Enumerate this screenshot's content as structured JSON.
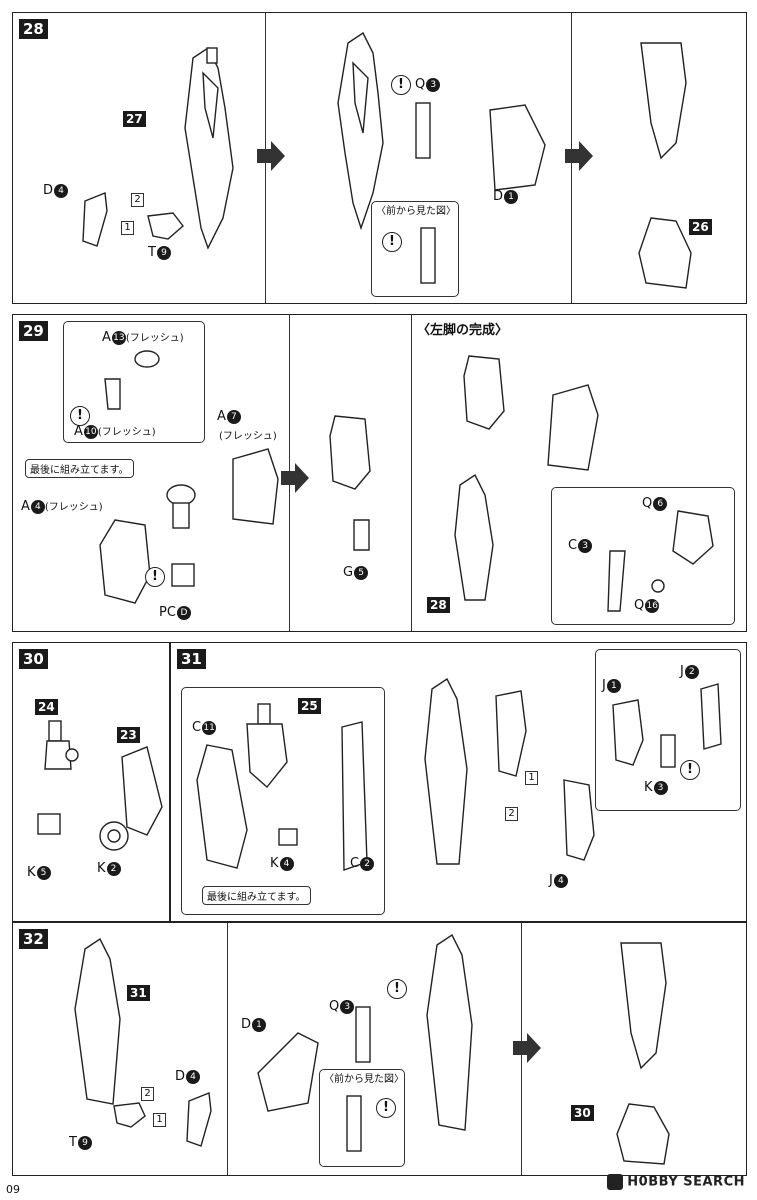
{
  "page_number": "09",
  "watermark": "H0BBY SEARCH",
  "steps": {
    "s28": {
      "num": "28",
      "ref_a": "27",
      "ref_b": "26",
      "labels": {
        "d4": "D",
        "t9": "T",
        "q3": "Q",
        "d1": "D"
      },
      "circ": {
        "d4": "4",
        "t9": "9",
        "q3": "3",
        "d1": "1"
      },
      "seq": [
        "2",
        "1"
      ],
      "front_view": "〈前から見た図〉"
    },
    "s29": {
      "num": "29",
      "ref_a": "28",
      "labels": {
        "a13": "A",
        "a10": "A",
        "a7": "A",
        "a4": "A",
        "pcd": "PC",
        "g5": "G",
        "q6": "Q",
        "c3": "C",
        "q16": "Q"
      },
      "circ": {
        "a13": "13",
        "a10": "10",
        "a7": "7",
        "a4": "4",
        "pcd": "D",
        "g5": "5",
        "q6": "6",
        "c3": "3",
        "q16": "16"
      },
      "flesh": "(フレッシュ)",
      "last_assemble": "最後に組み立てます。",
      "complete_title": "〈左脚の完成〉"
    },
    "s30": {
      "num": "30",
      "ref_a": "24",
      "ref_b": "23",
      "labels": {
        "k5": "K",
        "k2": "K"
      },
      "circ": {
        "k5": "5",
        "k2": "2"
      }
    },
    "s31": {
      "num": "31",
      "ref_a": "25",
      "labels": {
        "c11": "C",
        "k4": "K",
        "c2": "C",
        "j1": "J",
        "j2": "J",
        "k3": "K",
        "j4": "J"
      },
      "circ": {
        "c11": "11",
        "k4": "4",
        "c2": "2",
        "j1": "1",
        "j2": "2",
        "k3": "3",
        "j4": "4"
      },
      "seq": [
        "1",
        "2"
      ],
      "last_assemble": "最後に組み立てます。"
    },
    "s32": {
      "num": "32",
      "ref_a": "31",
      "ref_b": "30",
      "labels": {
        "d4": "D",
        "t9": "T",
        "q3": "Q",
        "d1": "D"
      },
      "circ": {
        "d4": "4",
        "t9": "9",
        "q3": "3",
        "d1": "1"
      },
      "seq": [
        "2",
        "1"
      ],
      "front_view": "〈前から見た図〉"
    }
  },
  "excl_mark": "!",
  "icons": [
    "step-arrow-icon",
    "attention-icon"
  ]
}
